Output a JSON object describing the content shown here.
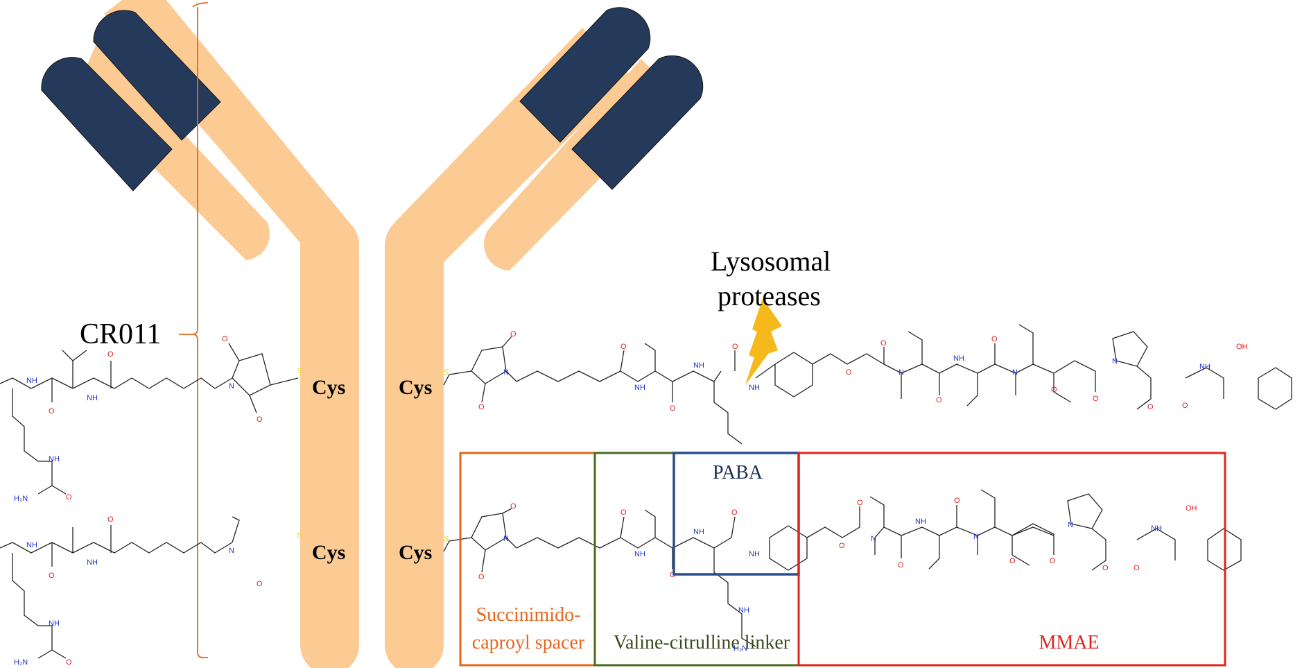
{
  "figure": {
    "antibody_label": "CR011",
    "cleavage_label_line1": "Lysosomal",
    "cleavage_label_line2": "proteases",
    "cysteine_labels": [
      "Cys",
      "Cys",
      "Cys",
      "Cys"
    ],
    "components": [
      {
        "id": "spacer",
        "label_line1": "Succinimido-",
        "label_line2": "caproyl spacer",
        "color": "#e8651e"
      },
      {
        "id": "linker",
        "label_line1": "Valine-citrulline linker",
        "label_line2": "",
        "color": "#4a6b1e"
      },
      {
        "id": "paba",
        "label_line1": "PABA",
        "label_line2": "",
        "color": "#274e8c"
      },
      {
        "id": "payload",
        "label_line1": "MMAE",
        "label_line2": "",
        "color": "#e0241c"
      }
    ],
    "atoms": {
      "O": "O",
      "N": "N",
      "NH": "NH",
      "H": "H",
      "S": "S",
      "H2N": "H₂N",
      "OH": "OH"
    }
  },
  "colors": {
    "heavy_chain": "#fccb94",
    "variable_domain": "#253a5a",
    "bracket": "#e8651e",
    "lightning": "#f6b91b",
    "oxygen": "#e02020",
    "nitrogen": "#2233cc",
    "sulfur": "#e6d21a"
  }
}
